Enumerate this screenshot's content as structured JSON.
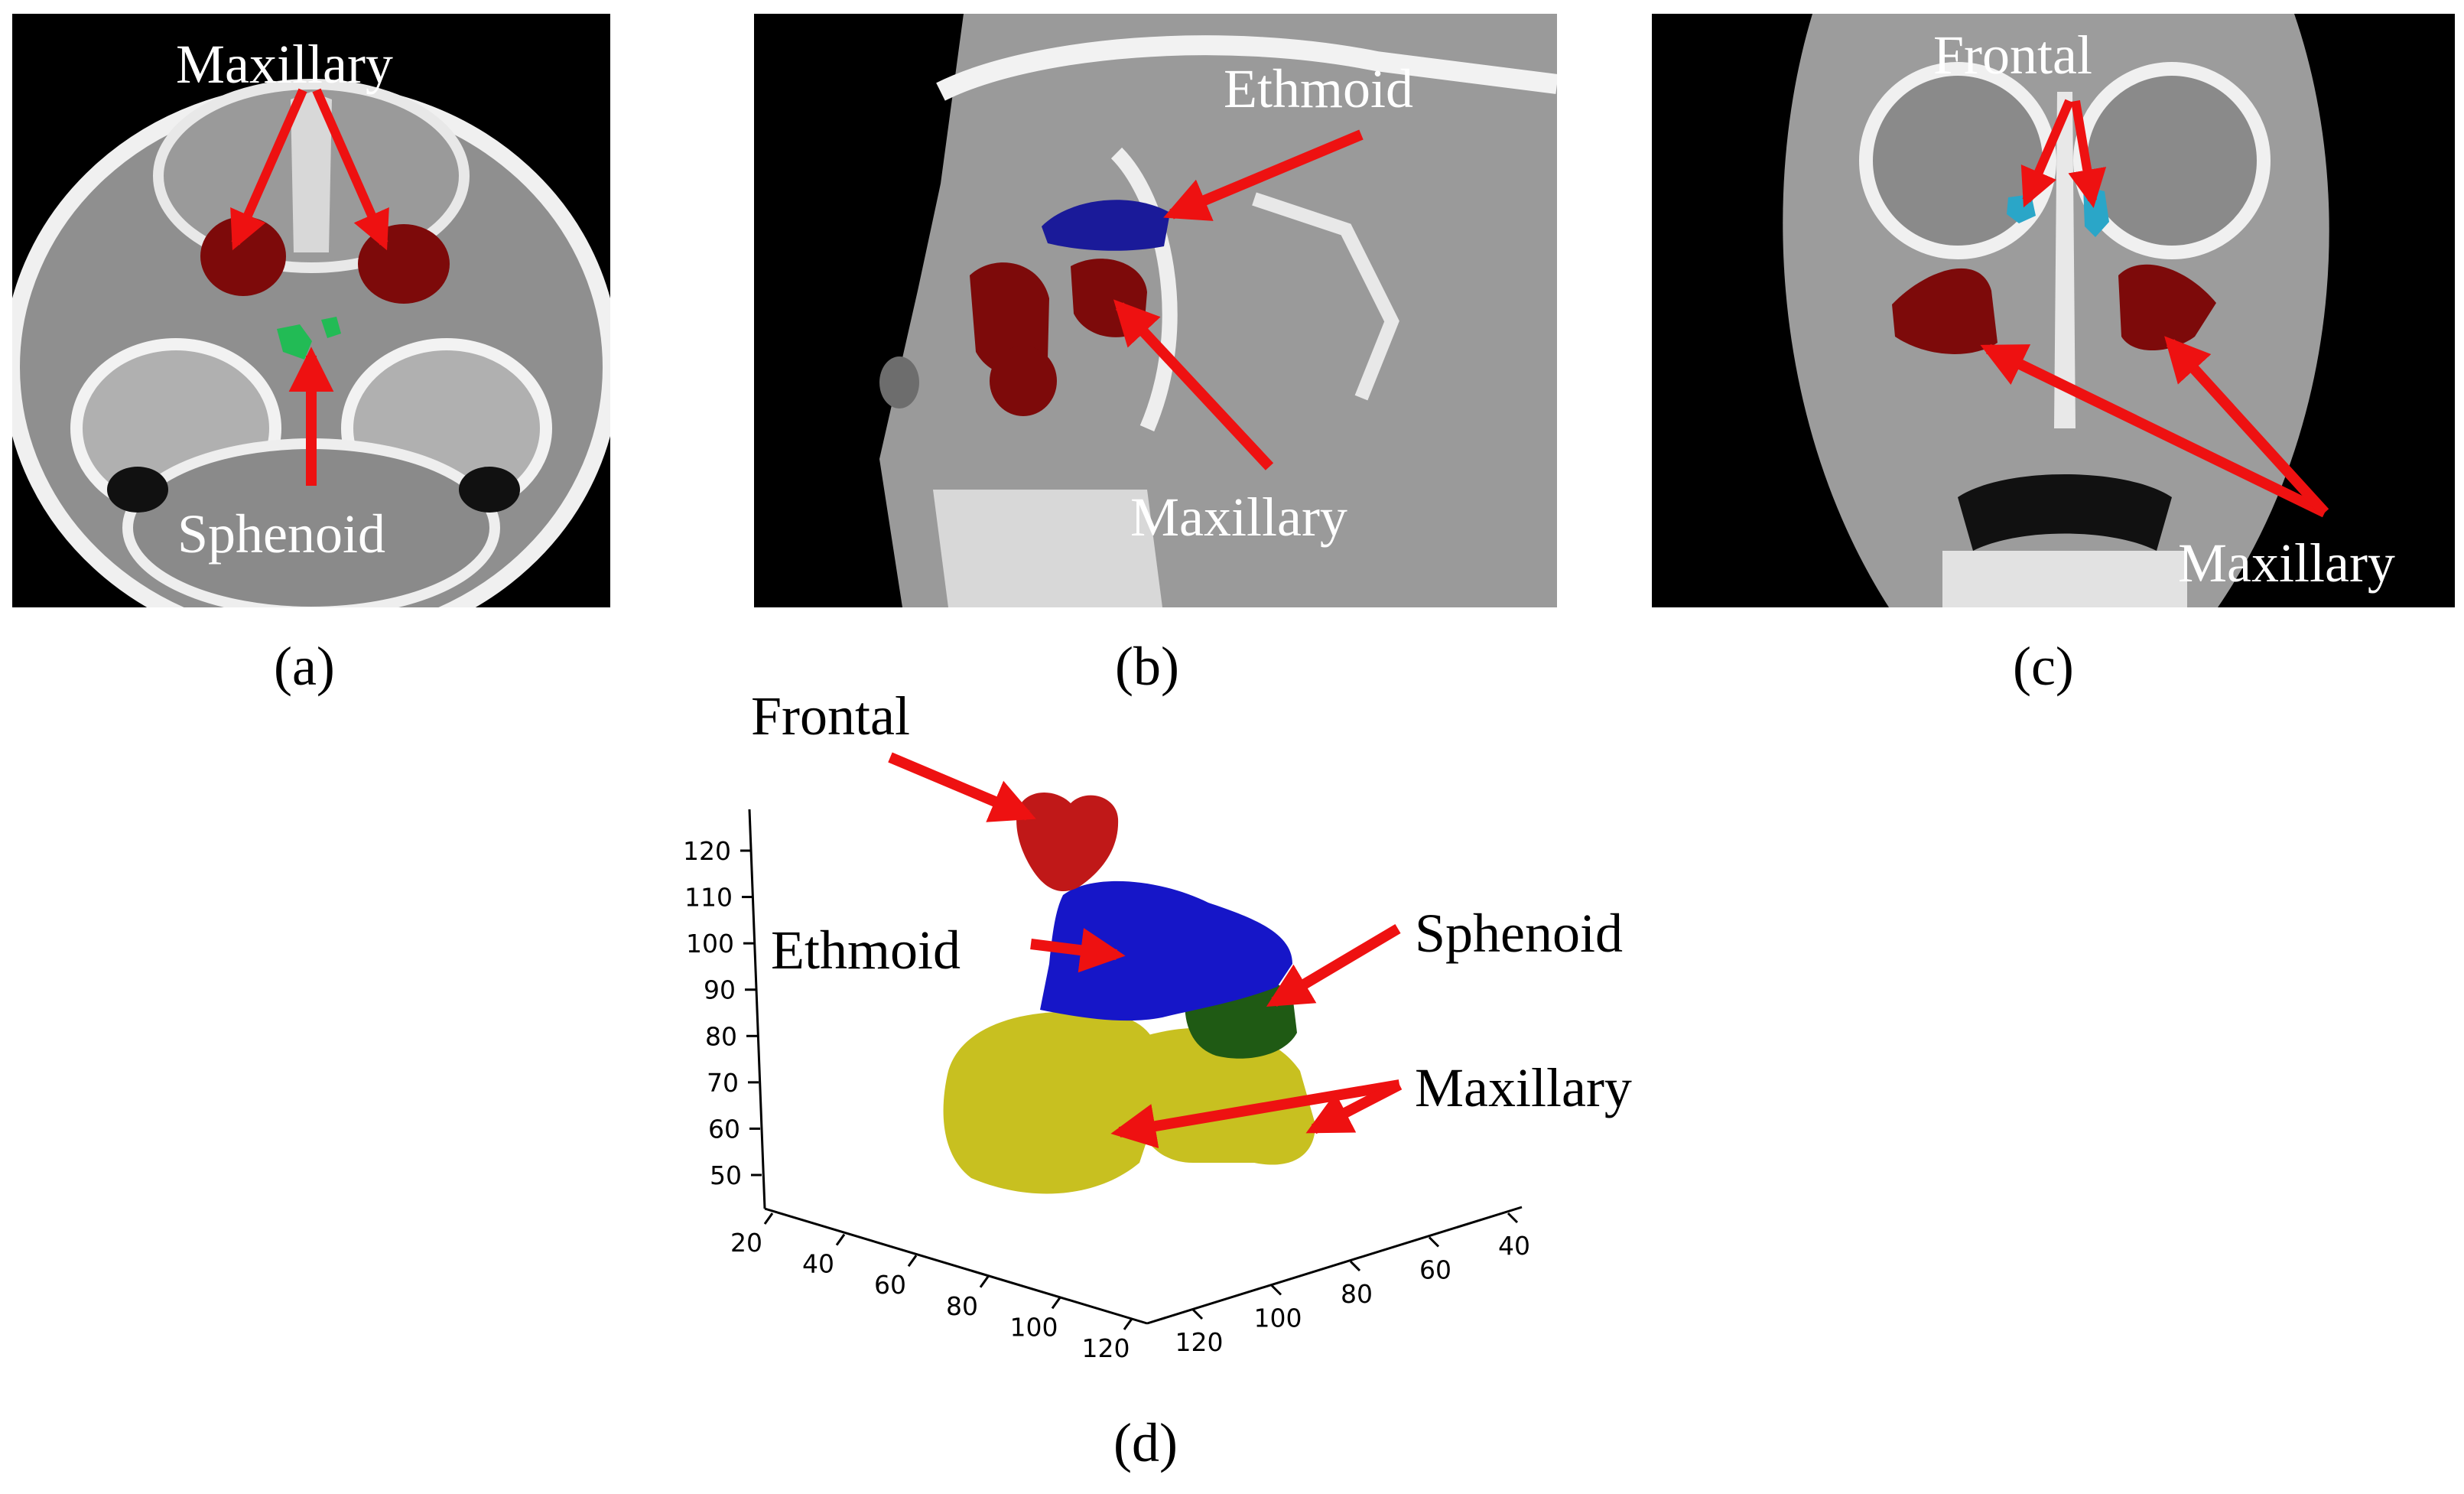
{
  "colors": {
    "arrow": "#ee1111",
    "maxillary_ct": "#7d0a0a",
    "sphenoid_ct": "#22bb55",
    "ethmoid_ct": "#1a1a99",
    "frontal_ct": "#2aa6c8",
    "frontal_3d": "#c01818",
    "ethmoid_3d": "#1616c8",
    "sphenoid_3d": "#1f5a14",
    "maxillary_3d": "#c8c020"
  },
  "panel_a": {
    "caption": "(a)",
    "labels": {
      "maxillary": "Maxillary",
      "sphenoid": "Sphenoid"
    }
  },
  "panel_b": {
    "caption": "(b)",
    "labels": {
      "ethmoid": "Ethmoid",
      "maxillary": "Maxillary"
    }
  },
  "panel_c": {
    "caption": "(c)",
    "labels": {
      "frontal": "Frontal",
      "maxillary": "Maxillary"
    }
  },
  "panel_d": {
    "caption": "(d)",
    "labels": {
      "frontal": "Frontal",
      "ethmoid": "Ethmoid",
      "sphenoid": "Sphenoid",
      "maxillary": "Maxillary"
    },
    "axes": {
      "z_ticks": [
        "120",
        "110",
        "100",
        "90",
        "80",
        "70",
        "60",
        "50"
      ],
      "x_ticks": [
        "20",
        "40",
        "60",
        "80",
        "100",
        "120"
      ],
      "y_ticks": [
        "120",
        "100",
        "80",
        "60",
        "40"
      ]
    }
  }
}
